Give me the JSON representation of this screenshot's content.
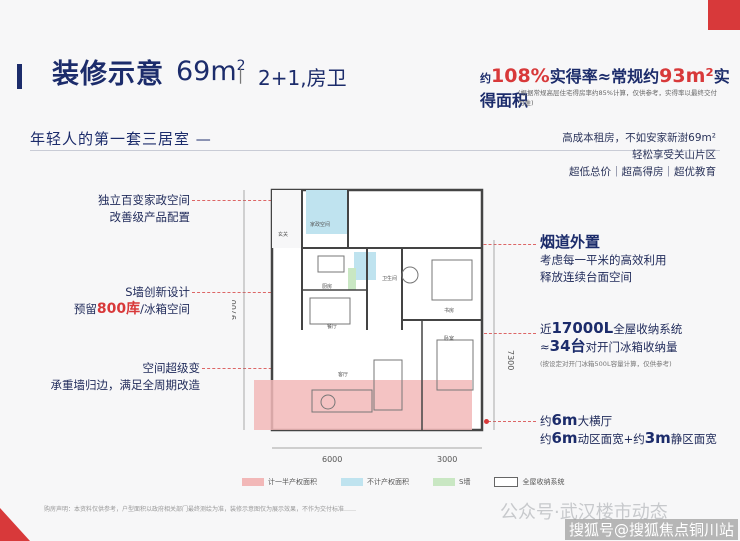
{
  "header": {
    "title": "装修示意",
    "area": "69m",
    "area_sup": "2",
    "separator": "|",
    "type": "2+1,房卫",
    "claim_prefix": "约",
    "claim_rate": "108%",
    "claim_mid": "实得率≈常规约",
    "claim_area": "93m²",
    "claim_suffix": "实得面积",
    "claim_note": "(根据常规高层住宅得房率约85%计算，仅供参考，实得率以最终交付为准)"
  },
  "subtitle": "年轻人的第一套三居室 —",
  "intro_lines": [
    "高成本租房，不如安家新澍69m²",
    "轻松享受关山片区",
    "超低总价｜超高得房｜超优教育"
  ],
  "left_features": [
    {
      "line1": "独立百变家政空间",
      "line2": "改善级产品配置"
    },
    {
      "line1": "S墙创新设计",
      "line2_pre": "预留",
      "line2_hl": "800库",
      "line2_post": "/冰箱空间"
    },
    {
      "line1": "空间超级变",
      "line2": "承重墙归边，满足全周期改造"
    }
  ],
  "right_features": {
    "f1": {
      "line1": "烟道外置",
      "line2": "考虑每一平米的高效利用",
      "line3": "释放连续台面空间"
    },
    "f2": {
      "line1_pre": "近",
      "line1_hl": "17000L",
      "line1_post": "全屋收纳系统",
      "line2_pre": "≈",
      "line2_hl": "34台",
      "line2_post": "对开门冰箱收纳量",
      "note": "(按设定对开门冰箱500L容量计算，仅供参考)"
    },
    "f3": {
      "line1_pre": "约",
      "line1_hl": "6m",
      "line1_post": "大横厅",
      "line2_pre": "约",
      "line2_hl1": "6m",
      "line2_mid": "动区面宽+约",
      "line2_hl2": "3m",
      "line2_post": "静区面宽"
    }
  },
  "plan": {
    "dim_left": "9700",
    "dim_right": "7300",
    "dim_bottom_left": "6000",
    "dim_bottom_right": "3000",
    "rooms": {
      "kitchen_label": "厨房",
      "dining_label": "餐厅",
      "bath_label": "卫生间",
      "living_label": "客厅",
      "bedroom_label": "卧室",
      "study_label": "书房",
      "entry_label": "玄关",
      "house_label": "家政空间"
    }
  },
  "legend": [
    {
      "label": "计一半产权面积",
      "color": "#f2b8b8"
    },
    {
      "label": "不计产权面积",
      "color": "#bfe3ef"
    },
    {
      "label": "S墙",
      "color": "#c9e7c3"
    },
    {
      "label": "全屋收纳系统",
      "color": "#ffffff"
    }
  ],
  "disclaimer": "购房声明：本资料仅供参考，户型面积以政府相关部门最终测绘为准，装修示意图仅为展示效果，不作为交付标准……",
  "watermark1": "公众号·武汉楼市动态",
  "watermark2": "搜狐号@搜狐焦点铜川站",
  "colors": {
    "navy": "#1c2c6b",
    "red": "#d8393a",
    "pink": "#f2b8b8",
    "blue": "#bfe3ef",
    "green": "#c9e7c3"
  }
}
